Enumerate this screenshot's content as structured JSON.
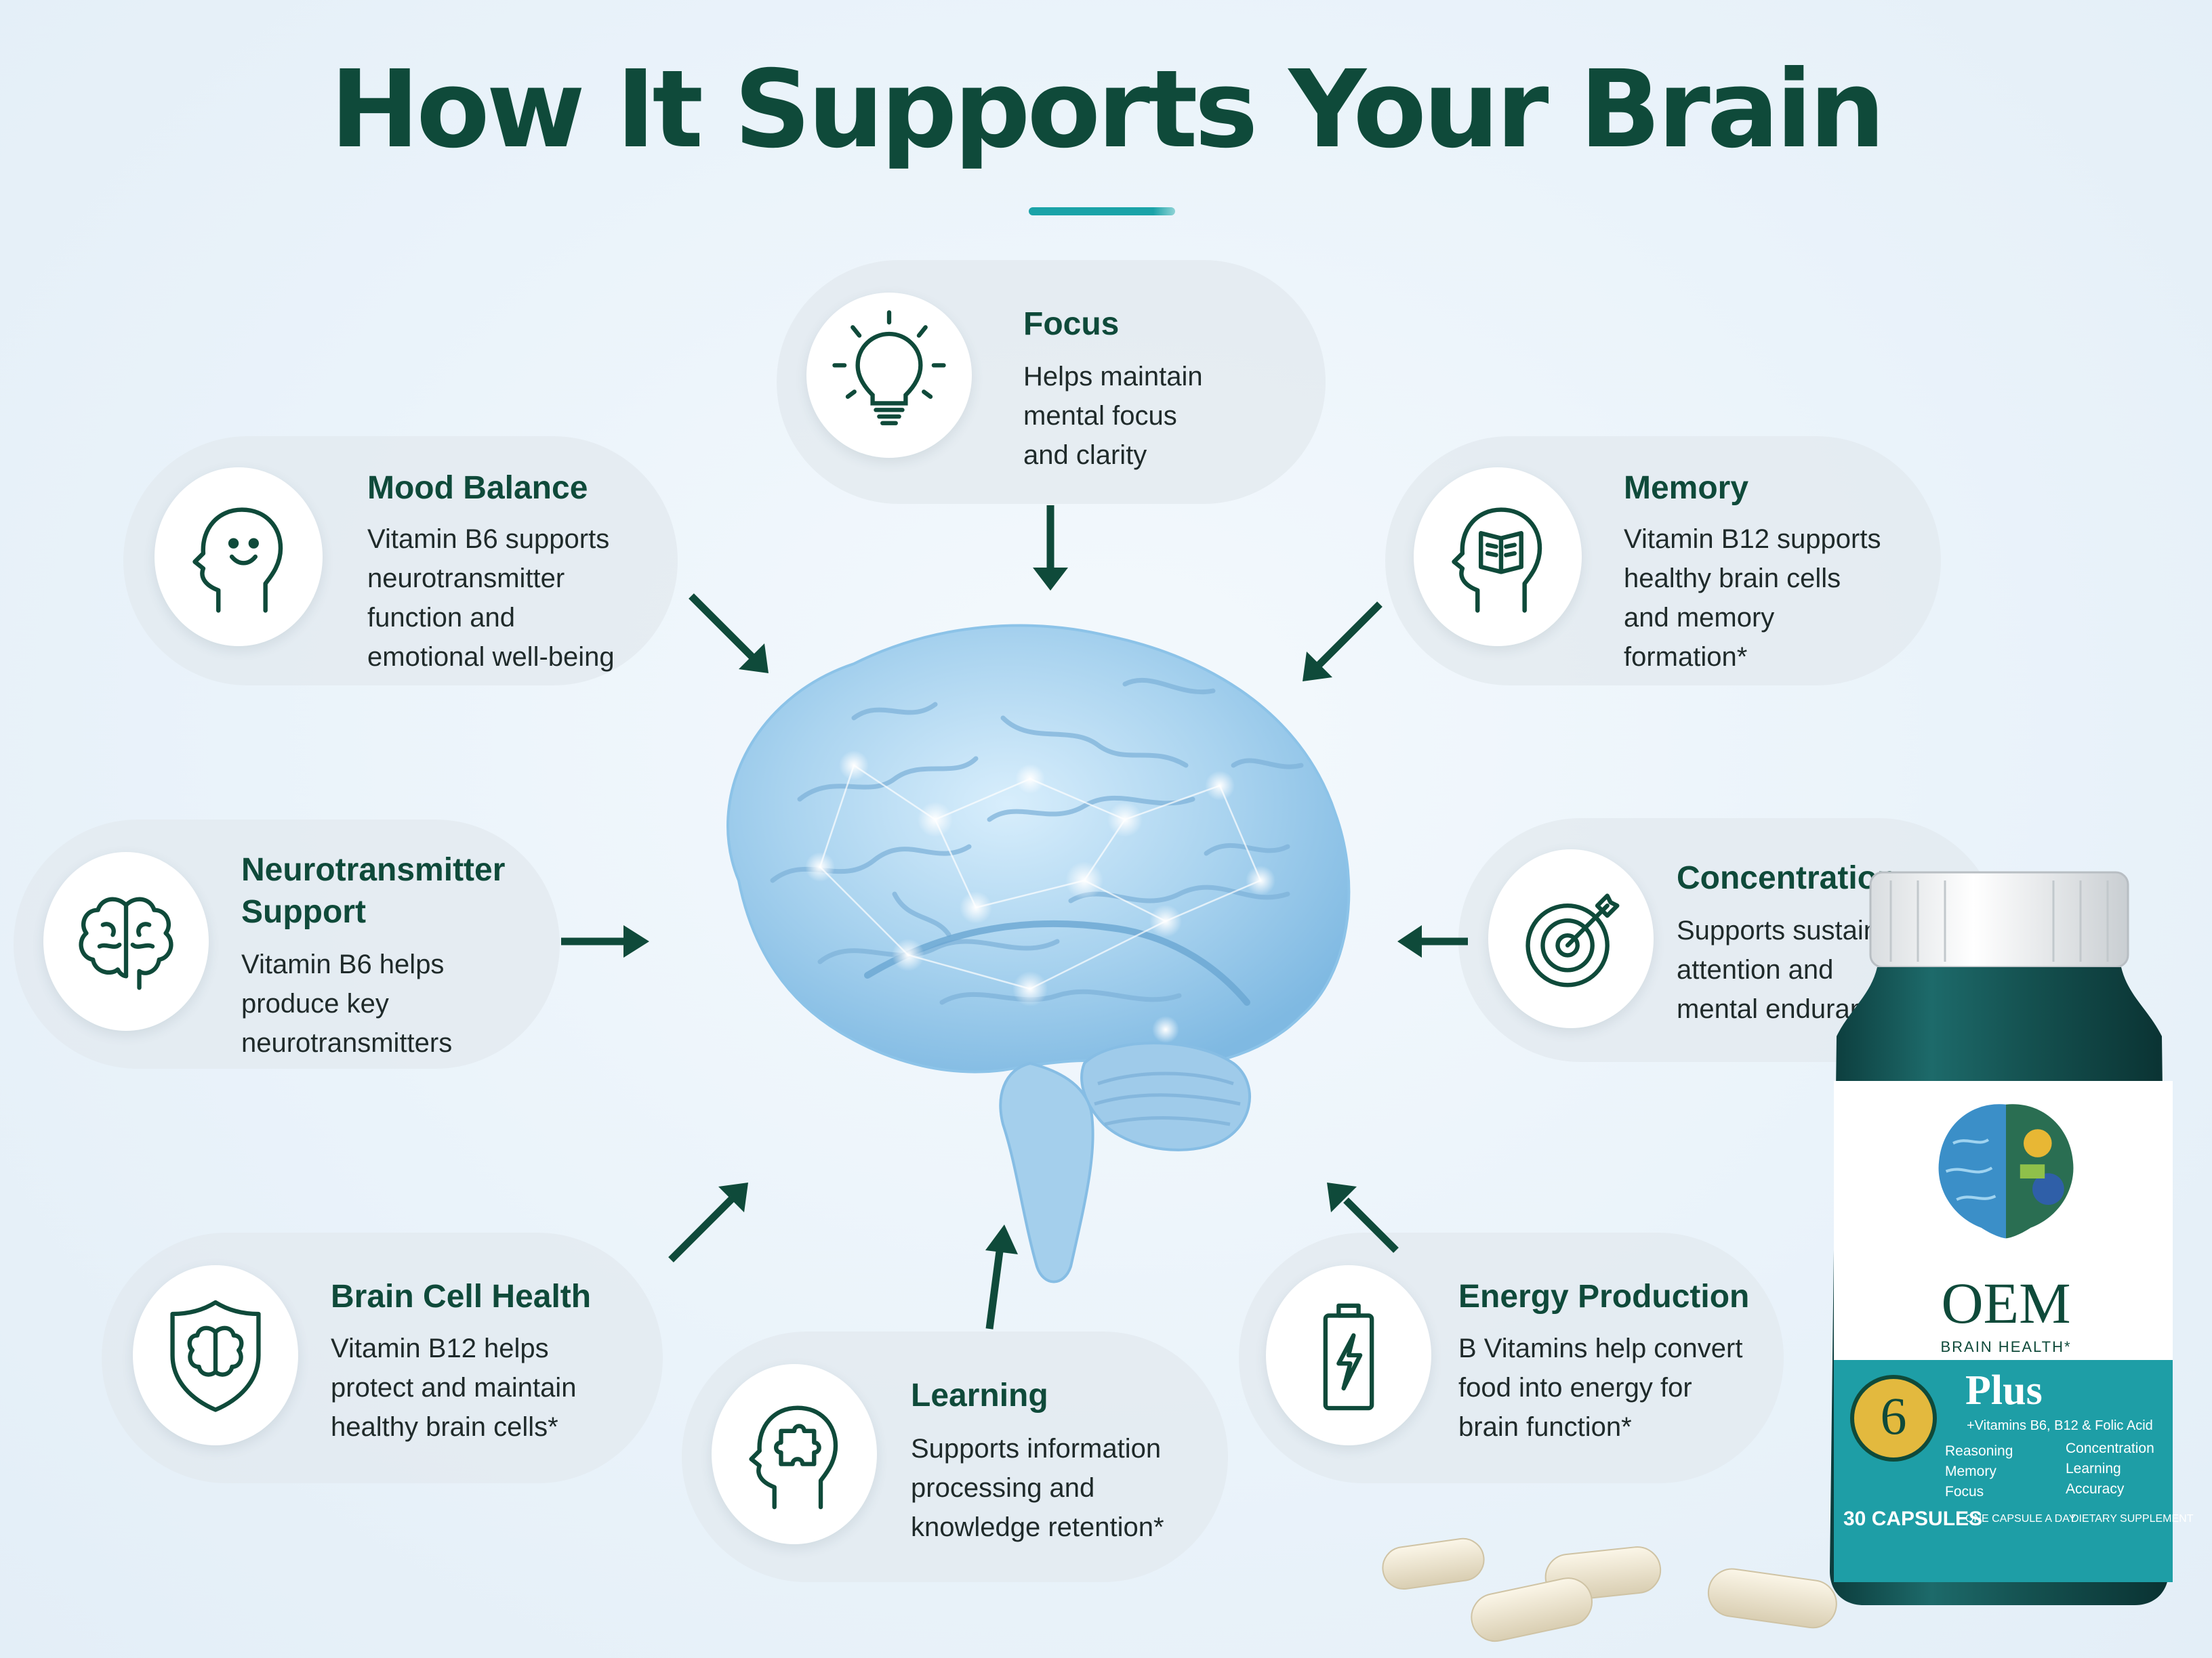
{
  "title": "How It Supports Your Brain",
  "colors": {
    "accent": "#0f4a3a",
    "teal": "#1aa3a8",
    "brain": "#a9d3ef"
  },
  "cards": {
    "focus": {
      "icon": "lightbulb-icon",
      "title": "Focus",
      "lines": [
        "Helps maintain",
        "mental focus",
        "and clarity"
      ]
    },
    "mood": {
      "icon": "smiling-head-icon",
      "title": "Mood Balance",
      "lines": [
        "Vitamin B6 supports",
        "neurotransmitter",
        "function and",
        "emotional well-being"
      ]
    },
    "memory": {
      "icon": "head-book-icon",
      "title": "Memory",
      "lines": [
        "Vitamin B12 supports",
        "healthy brain cells",
        "and memory",
        "formation*"
      ]
    },
    "neuro": {
      "icon": "brain-icon",
      "title_lines": [
        "Neurotransmitter",
        "Support"
      ],
      "lines": [
        "Vitamin B6 helps",
        "produce key",
        "neurotransmitters"
      ]
    },
    "concentration": {
      "icon": "target-icon",
      "title": "Concentration",
      "lines": [
        "Supports sustained",
        "attention and",
        "mental endurance*"
      ]
    },
    "braincell": {
      "icon": "shield-brain-icon",
      "title": "Brain Cell Health",
      "lines": [
        "Vitamin B12 helps",
        "protect and maintain",
        "healthy brain cells*"
      ]
    },
    "learning": {
      "icon": "head-puzzle-icon",
      "title": "Learning",
      "lines": [
        "Supports information",
        "processing and",
        "knowledge retention*"
      ]
    },
    "energy": {
      "icon": "battery-bolt-icon",
      "title": "Energy Production",
      "lines": [
        "B Vitamins help convert",
        "food into energy for",
        "brain function*"
      ]
    }
  },
  "bottle": {
    "brand": "OEM",
    "subtitle": "BRAIN HEALTH*",
    "product": "Plus",
    "badge_number": "6",
    "vitamins": "+Vitamins B6, B12 & Folic Acid",
    "benefits_left": [
      "Reasoning",
      "Memory",
      "Focus"
    ],
    "benefits_right": [
      "Concentration",
      "Learning",
      "Accuracy"
    ],
    "count": "30 CAPSULES",
    "dose": "ONE CAPSULE A DAY",
    "type": "DIETARY SUPPLEMENT"
  }
}
